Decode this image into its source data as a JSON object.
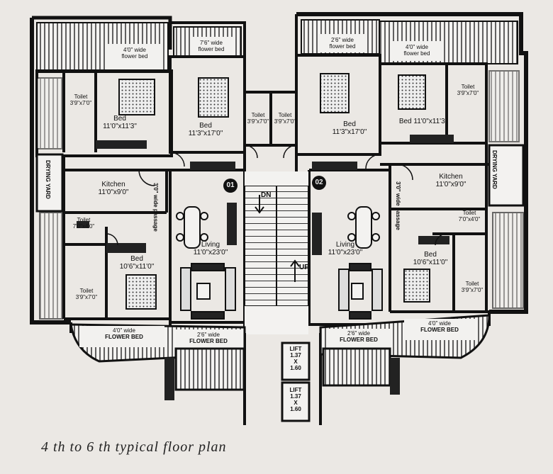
{
  "caption": "4 th to 6 th typical floor plan",
  "units": [
    "01",
    "02"
  ],
  "stair": {
    "down": "DN",
    "up": "UP"
  },
  "lifts": [
    {
      "line1": "LIFT",
      "line2": "1.37",
      "line3": "X",
      "line4": "1.60"
    },
    {
      "line1": "LIFT",
      "line2": "1.37",
      "line3": "X",
      "line4": "1.60"
    }
  ],
  "flower_beds": {
    "top_left": {
      "line1": "4'0\" wide",
      "line2": "flower bed"
    },
    "top_mid_left": {
      "line1": "7'6\" wide",
      "line2": "flower bed"
    },
    "top_mid_right": {
      "line1": "2'6\" wide",
      "line2": "flower bed"
    },
    "top_right": {
      "line1": "4'0\" wide",
      "line2": "flower bed"
    },
    "bottom_left": {
      "line1": "4'0\" wide",
      "line2": "FLOWER BED"
    },
    "bottom_mid_left": {
      "line1": "2'6\" wide",
      "line2": "FLOWER BED"
    },
    "bottom_mid_right": {
      "line1": "2'6\" wide",
      "line2": "FLOWER BED"
    },
    "bottom_right": {
      "line1": "4'0\" wide",
      "line2": "FLOWER BED"
    }
  },
  "rooms": {
    "left": {
      "toilet_top": {
        "name": "Toilet",
        "size": "3'9\"x7'0\""
      },
      "bed_top": {
        "name": "Bed",
        "size": "11'0\"x11'3\""
      },
      "bed_master": {
        "name": "Bed",
        "size": "11'3\"x17'0\""
      },
      "toilet_center": {
        "name": "Toilet",
        "size": "3'9\"x7'0\""
      },
      "drying_yard": "DRYING YARD",
      "kitchen": {
        "name": "Kitchen",
        "size": "11'0\"x9'0\""
      },
      "passage": "3'0\" wide passage",
      "toilet_mid": {
        "name": "Toilet",
        "size": "7'0\"x4'0\""
      },
      "living": {
        "name": "Living",
        "size": "11'0\"x23'0\""
      },
      "bed_bottom": {
        "name": "Bed",
        "size": "10'6\"x11'0\""
      },
      "toilet_bottom": {
        "name": "Toilet",
        "size": "3'9\"x7'0\""
      }
    },
    "right": {
      "toilet_top": {
        "name": "Toilet",
        "size": "3'9\"x7'0\""
      },
      "bed_top": {
        "name": "Bed 11'0\"x11'3\""
      },
      "bed_master": {
        "name": "Bed",
        "size": "11'3\"x17'0\""
      },
      "toilet_center": {
        "name": "Toilet",
        "size": "3'9\"x7'0\""
      },
      "drying_yard": "DRYING YARD",
      "kitchen": {
        "name": "Kitchen",
        "size": "11'0\"x9'0\""
      },
      "passage": "3'0\" wide passage",
      "toilet_mid": {
        "name": "Toilet",
        "size": "7'0\"x4'0\""
      },
      "living": {
        "name": "Living",
        "size": "11'0\"x23'0\""
      },
      "bed_bottom": {
        "name": "Bed",
        "size": "10'6\"x11'0\""
      },
      "toilet_bottom": {
        "name": "Toilet",
        "size": "3'9\"x7'0\""
      }
    }
  }
}
